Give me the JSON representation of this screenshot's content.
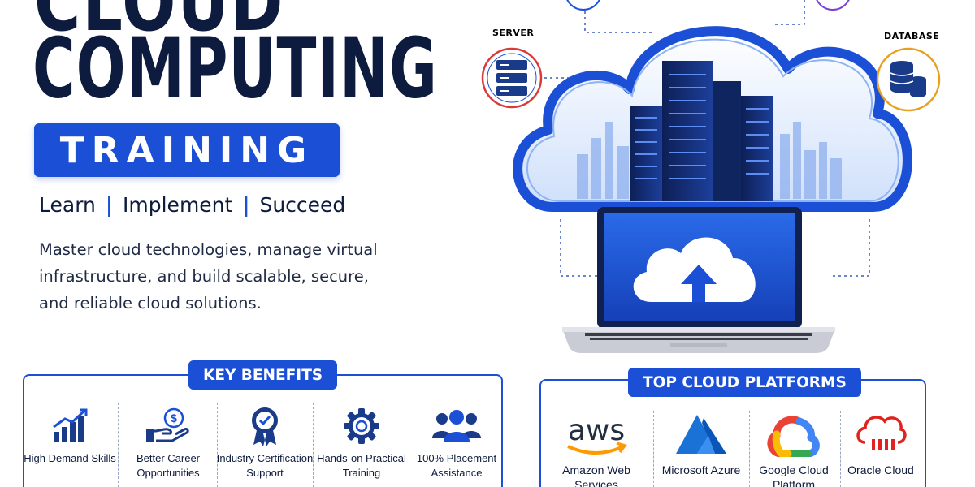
{
  "hero": {
    "title_line1": "CLOUD",
    "title_line2": "COMPUTING",
    "badge": "TRAINING",
    "tagline": [
      "Learn",
      "Implement",
      "Succeed"
    ],
    "tagline_separator": "|",
    "description": "Master cloud technologies, manage virtual infrastructure, and build scalable, secure, and reliable cloud solutions."
  },
  "illustration": {
    "server_label": "SERVER",
    "database_label": "DATABASE",
    "icons": [
      "server-icon",
      "database-icon",
      "cloud-upload-icon",
      "datacenter-building-icon"
    ]
  },
  "benefits": {
    "title": "KEY BENEFITS",
    "items": [
      {
        "label": "High Demand Skills",
        "icon": "growth-chart-icon"
      },
      {
        "label": "Better Career Opportunities",
        "icon": "money-hand-icon"
      },
      {
        "label": "Industry Certification Support",
        "icon": "certificate-badge-icon"
      },
      {
        "label": "Hands-on Practical Training",
        "icon": "gear-icon"
      },
      {
        "label": "100% Placement Assistance",
        "icon": "team-icon"
      }
    ]
  },
  "platforms": {
    "title": "TOP CLOUD PLATFORMS",
    "items": [
      {
        "label": "Amazon Web Services",
        "logo_text": "aws",
        "icon": "aws-logo-icon"
      },
      {
        "label": "Microsoft Azure",
        "icon": "azure-logo-icon"
      },
      {
        "label": "Google Cloud Platform",
        "icon": "google-cloud-logo-icon"
      },
      {
        "label": "Oracle Cloud",
        "icon": "oracle-cloud-icon"
      }
    ]
  },
  "colors": {
    "brand_blue": "#1a4fd6",
    "navy": "#0d1b3e",
    "server_ring": "#d93a3a",
    "database_ring": "#e8a020"
  }
}
